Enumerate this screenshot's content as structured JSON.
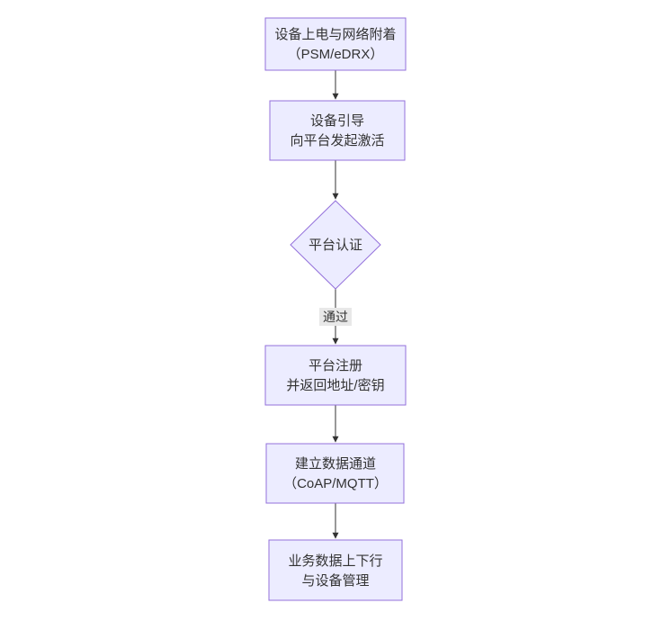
{
  "diagram": {
    "type": "flowchart",
    "direction": "top-down",
    "colors": {
      "canvas-bg": "#ffffff",
      "node-fill": "#ECECFF",
      "node-border": "#9370DB",
      "text-color": "#333333",
      "edge-color": "#333333",
      "edge-label-bg": "#e8e8e8"
    },
    "nodes": [
      {
        "id": "power-attach",
        "shape": "rect",
        "lines": [
          "设备上电与网络附着",
          "（PSM/eDRX）"
        ]
      },
      {
        "id": "bootstrap",
        "shape": "rect",
        "lines": [
          "设备引导",
          "向平台发起激活"
        ]
      },
      {
        "id": "platform-auth",
        "shape": "diamond",
        "lines": [
          "平台认证"
        ]
      },
      {
        "id": "platform-register",
        "shape": "rect",
        "lines": [
          "平台注册",
          "并返回地址/密钥"
        ]
      },
      {
        "id": "data-channel",
        "shape": "rect",
        "lines": [
          "建立数据通道",
          "（CoAP/MQTT）"
        ]
      },
      {
        "id": "business-data",
        "shape": "rect",
        "lines": [
          "业务数据上下行",
          "与设备管理"
        ]
      }
    ],
    "edges": [
      {
        "from": "power-attach",
        "to": "bootstrap",
        "label": ""
      },
      {
        "from": "bootstrap",
        "to": "platform-auth",
        "label": ""
      },
      {
        "from": "platform-auth",
        "to": "platform-register",
        "label": "通过"
      },
      {
        "from": "platform-register",
        "to": "data-channel",
        "label": ""
      },
      {
        "from": "data-channel",
        "to": "business-data",
        "label": ""
      }
    ]
  }
}
